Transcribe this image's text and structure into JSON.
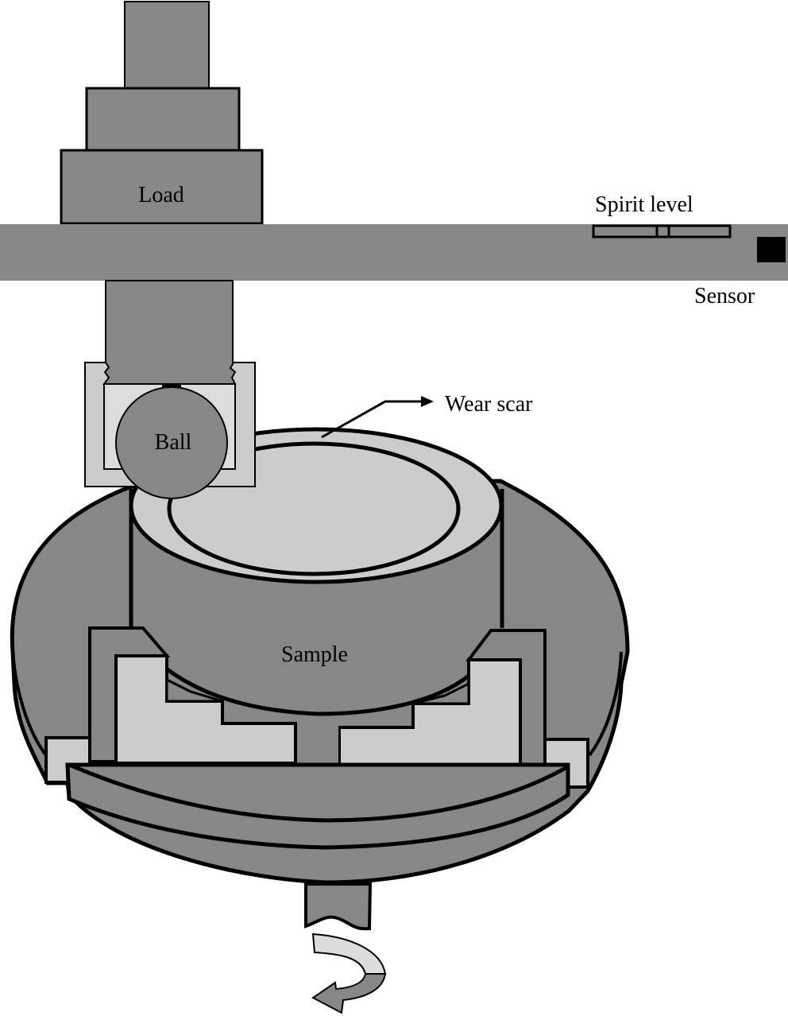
{
  "diagram": {
    "type": "pin-on-disc / ball-on-disc tribometer schematic",
    "labels": {
      "load": "Load",
      "spirit_level": "Spirit level",
      "sensor": "Sensor",
      "ball": "Ball",
      "wear_scar": "Wear scar",
      "sample": "Sample"
    },
    "colors": {
      "dark_gray": "#878787",
      "light_gray": "#cccccc",
      "lighter_gray": "#dcdcdc",
      "black": "#000000",
      "background": "#ffffff"
    },
    "components": [
      "load-weights",
      "lever-arm",
      "spirit-level",
      "sensor",
      "ball-holder",
      "ball",
      "sample-disc",
      "wear-scar-track",
      "clamps",
      "turntable",
      "drive-shaft",
      "rotation-arrow"
    ]
  }
}
